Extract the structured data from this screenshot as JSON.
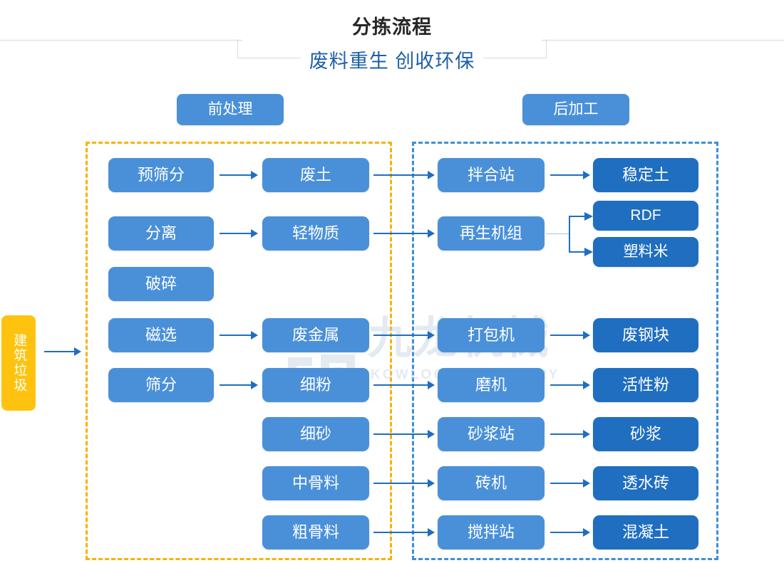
{
  "header": {
    "title": "分拣流程",
    "subtitle": "废料重生 创收环保"
  },
  "stages": [
    {
      "id": "pre",
      "label": "前处理"
    },
    {
      "id": "post",
      "label": "后加工"
    }
  ],
  "input": {
    "label": "建筑垃圾"
  },
  "columns": {
    "process": [
      {
        "label": "预筛分"
      },
      {
        "label": "分离"
      },
      {
        "label": "破碎"
      },
      {
        "label": "磁选"
      },
      {
        "label": "筛分"
      }
    ],
    "material": [
      {
        "label": "废土"
      },
      {
        "label": "轻物质"
      },
      {
        "label": "废金属"
      },
      {
        "label": "细粉"
      },
      {
        "label": "细砂"
      },
      {
        "label": "中骨料"
      },
      {
        "label": "粗骨料"
      }
    ],
    "equipment": [
      {
        "label": "拌合站"
      },
      {
        "label": "再生机组"
      },
      {
        "label": "打包机"
      },
      {
        "label": "磨机"
      },
      {
        "label": "砂浆站"
      },
      {
        "label": "砖机"
      },
      {
        "label": "搅拌站"
      }
    ],
    "product": [
      {
        "label": "稳定土"
      },
      {
        "label": "RDF"
      },
      {
        "label": "塑料米"
      },
      {
        "label": "废钢块"
      },
      {
        "label": "活性粉"
      },
      {
        "label": "砂浆"
      },
      {
        "label": "透水砖"
      },
      {
        "label": "混凝土"
      }
    ]
  },
  "watermark": {
    "brand_cn": "九龙机械",
    "brand_en": "KOWLOONMACHINERY"
  },
  "colors": {
    "mid_blue": "#4a90d9",
    "dark_blue": "#1f6ec0",
    "yellow": "#ffc20e",
    "dashed_pre": "#f5b301",
    "dashed_post": "#3d8fd6",
    "subtitle": "#1f5fa9"
  }
}
